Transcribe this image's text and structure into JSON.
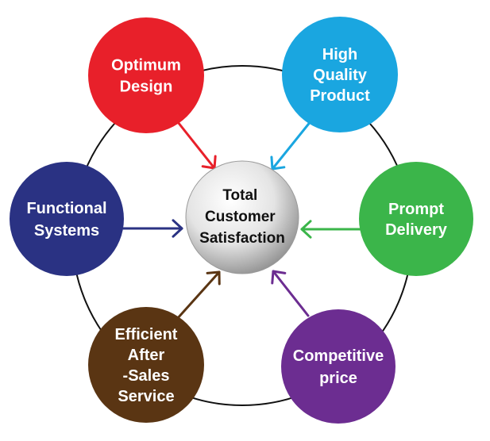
{
  "center": {
    "lines": [
      "Total",
      "Customer",
      "Satisfaction"
    ]
  },
  "nodes": [
    {
      "id": "optimum-design",
      "lines": [
        "Optimum",
        "Design"
      ],
      "color": "#e8202a",
      "arrow_color": "#e8202a"
    },
    {
      "id": "high-quality-product",
      "lines": [
        "High",
        "Quality",
        "Product"
      ],
      "color": "#1aa6e0",
      "arrow_color": "#1aa6e0"
    },
    {
      "id": "prompt-delivery",
      "lines": [
        "Prompt",
        "Delivery"
      ],
      "color": "#3bb54a",
      "arrow_color": "#3bb54a"
    },
    {
      "id": "competitive-price",
      "lines": [
        "Competitive",
        "price"
      ],
      "color": "#6c2d91",
      "arrow_color": "#6c2d91"
    },
    {
      "id": "efficient-after-sales",
      "lines": [
        "Efficient",
        "After",
        "-Sales",
        "Service"
      ],
      "color": "#5a3513",
      "arrow_color": "#5a3513"
    },
    {
      "id": "functional-systems",
      "lines": [
        "Functional",
        "Systems"
      ],
      "color": "#2a3283",
      "arrow_color": "#2a3283"
    }
  ]
}
